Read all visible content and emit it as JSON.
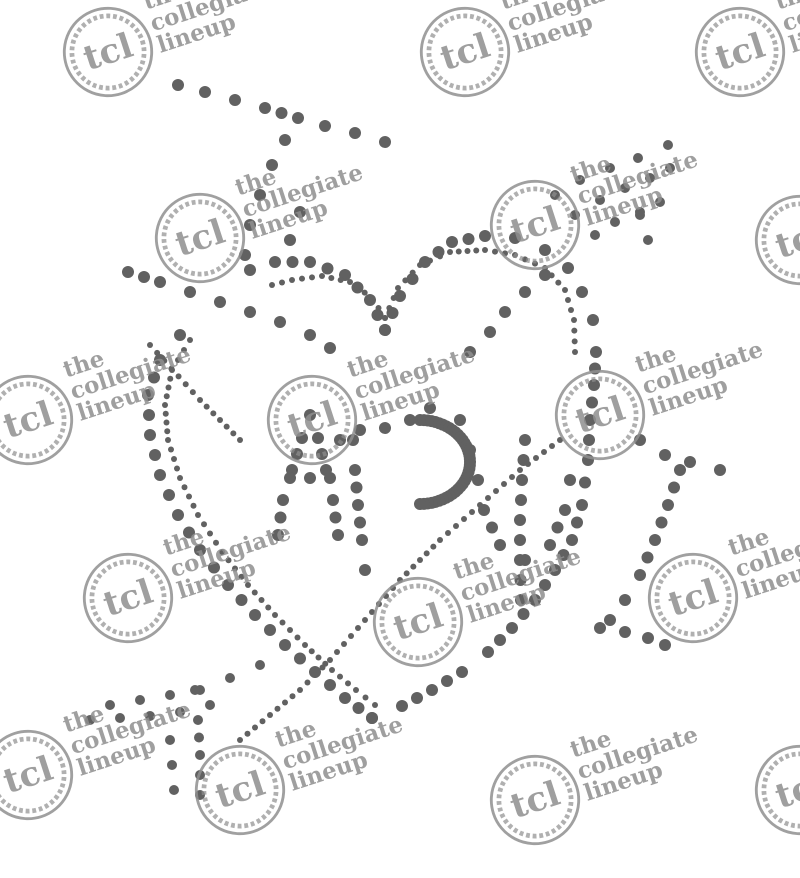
{
  "design": {
    "dot_color": "#616161",
    "watermark_color": "#8f8f8f"
  },
  "watermark": {
    "monogram": "tcl",
    "brand_lines": [
      "the",
      "collegiate",
      "lineup"
    ]
  }
}
